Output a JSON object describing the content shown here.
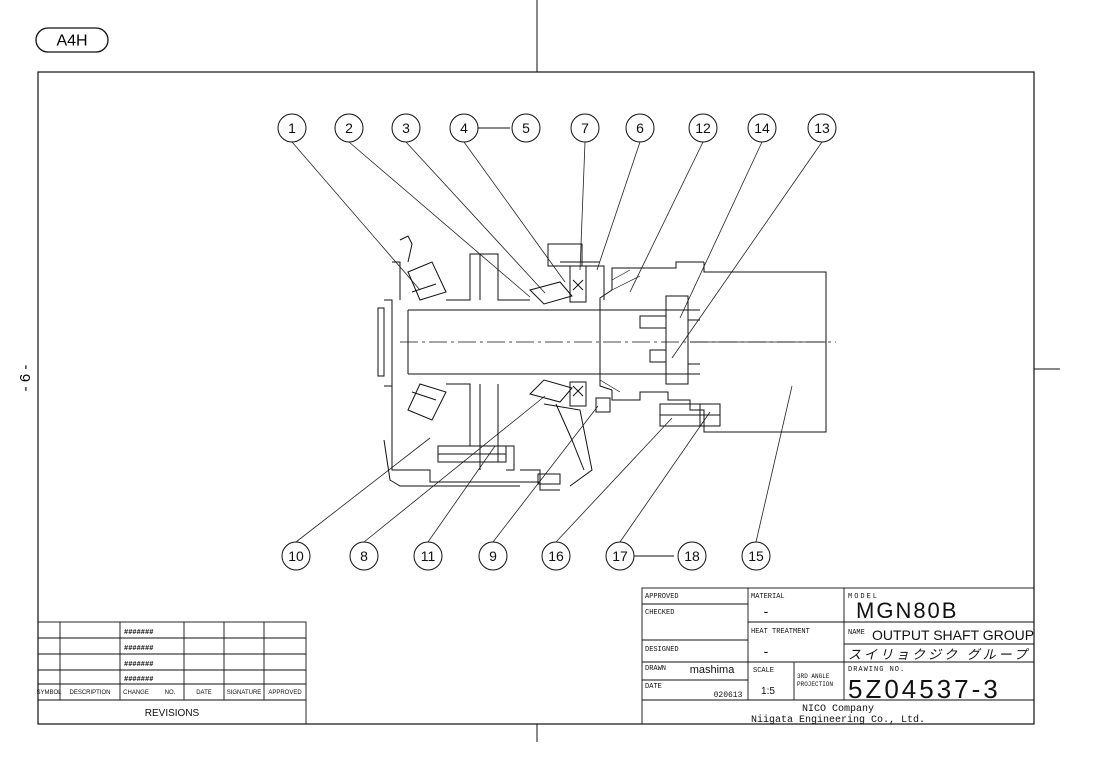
{
  "sheet_size": "A4H",
  "page_number": "- 6 -",
  "balloons_top": [
    "1",
    "2",
    "3",
    "4",
    "5",
    "7",
    "6",
    "12",
    "14",
    "13"
  ],
  "balloons_bottom": [
    "10",
    "8",
    "11",
    "9",
    "16",
    "17",
    "18",
    "15"
  ],
  "revisions": {
    "hash_marks": [
      "#######",
      "#######",
      "#######",
      "#######"
    ],
    "headers": [
      "SYMBOL",
      "DESCRIPTION",
      "CHANGE",
      "NO.",
      "DATE",
      "SIGNATURE",
      "APPROVED"
    ],
    "title": "REVISIONS"
  },
  "title_block": {
    "approved_label": "APPROVED",
    "checked_label": "CHECKED",
    "designed_label": "DESIGNED",
    "drawn_label": "DRAWN",
    "drawn_by": "mashima",
    "date_label": "DATE",
    "date_value": "020613",
    "material_label": "MATERIAL",
    "material_value": "-",
    "heat_treatment_label": "HEAT TREATMENT",
    "heat_treatment_value": "-",
    "scale_label": "SCALE",
    "scale_value": "1:5",
    "projection_line1": "3RD ANGLE",
    "projection_line2": "PROJECTION",
    "model_label": "MODEL",
    "model_value": "MGN80B",
    "name_label": "NAME",
    "name_value": "OUTPUT SHAFT GROUP",
    "name_japanese": "スイリョクジク グループ",
    "drawing_no_label": "DRAWING NO.",
    "drawing_no_value": "5Z04537-3",
    "company_line1": "NICO Company",
    "company_line2": "Niigata Engineering Co., Ltd."
  }
}
